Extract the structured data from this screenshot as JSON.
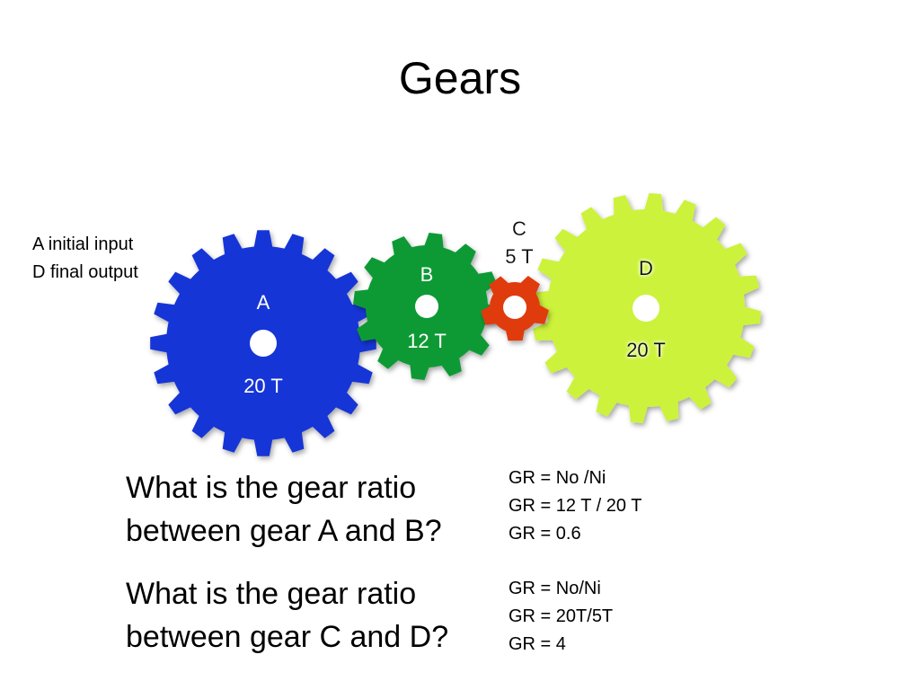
{
  "slide": {
    "title": "Gears"
  },
  "note": {
    "lines": [
      "A initial input",
      "D final output"
    ]
  },
  "gears": [
    {
      "id": "A",
      "letter": "A",
      "teeth_label": "20 T",
      "teeth": 20,
      "color": "#1836d6"
    },
    {
      "id": "B",
      "letter": "B",
      "teeth_label": "12 T",
      "teeth": 12,
      "color": "#109a36"
    },
    {
      "id": "C",
      "letter": "C",
      "teeth_label": "5 T",
      "teeth": 5,
      "color": "#e03a0c"
    },
    {
      "id": "D",
      "letter": "D",
      "teeth_label": "20 T",
      "teeth": 20,
      "color": "#ccf23a"
    }
  ],
  "questions": [
    {
      "lines": [
        "What is the gear ratio",
        "between gear A and B?"
      ],
      "answer_lines": [
        "GR = No /Ni",
        "GR = 12 T / 20 T",
        "GR = 0.6"
      ]
    },
    {
      "lines": [
        "What is the gear ratio",
        "between gear C and D?"
      ],
      "answer_lines": [
        "GR = No/Ni",
        "GR = 20T/5T",
        "GR = 4"
      ]
    }
  ]
}
